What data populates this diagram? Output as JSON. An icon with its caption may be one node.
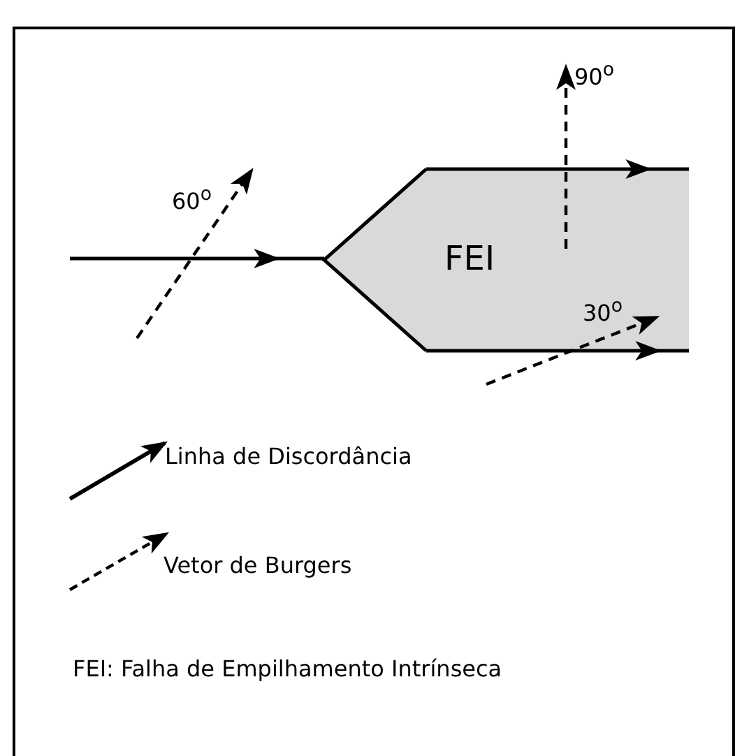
{
  "diagram": {
    "nodes": [
      {
        "text": [
          "FEI"
        ]
      }
    ],
    "labels": [
      "60$^{o}$",
      "90$^{o}$",
      "30$^{o}$",
      "FEI: Falha de Empilhamento Intrínseca"
    ],
    "legend": [
      {
        "text": "Linha de Discordância"
      },
      {
        "text": "Vetor de Burgers"
      }
    ]
  }
}
